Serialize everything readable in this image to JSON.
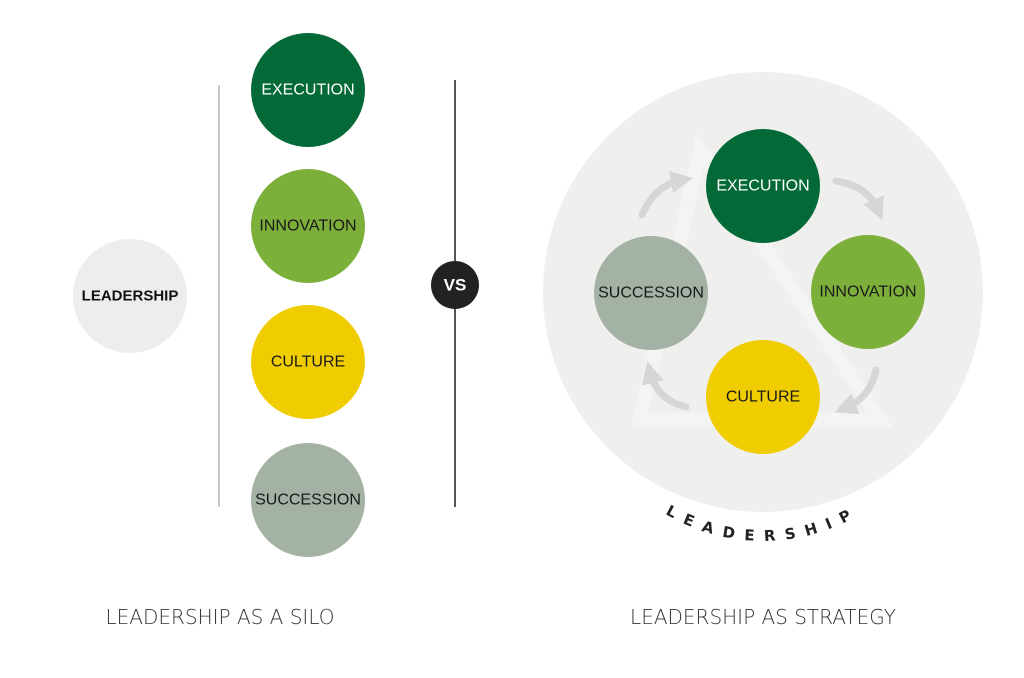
{
  "left": {
    "leadership_label": "LEADERSHIP",
    "pillars": [
      {
        "label": "EXECUTION",
        "color": "#036937",
        "text_color": "#ffffff"
      },
      {
        "label": "INNOVATION",
        "color": "#7db03a",
        "text_color": "#1a1a1a"
      },
      {
        "label": "CULTURE",
        "color": "#f0cd00",
        "text_color": "#1a1a1a"
      },
      {
        "label": "SUCCESSION",
        "color": "#a3b2a4",
        "text_color": "#1a1a1a"
      }
    ],
    "caption": "LEADERSHIP AS A SILO"
  },
  "vs_label": "VS",
  "right": {
    "pillars": [
      {
        "label": "EXECUTION",
        "color": "#036937",
        "text_color": "#ffffff"
      },
      {
        "label": "INNOVATION",
        "color": "#7db03a",
        "text_color": "#1a1a1a"
      },
      {
        "label": "CULTURE",
        "color": "#f0cd00",
        "text_color": "#1a1a1a"
      },
      {
        "label": "SUCCESSION",
        "color": "#a3b2a4",
        "text_color": "#1a1a1a"
      }
    ],
    "ring_label": "LEADERSHIP",
    "caption": "LEADERSHIP AS STRATEGY"
  }
}
